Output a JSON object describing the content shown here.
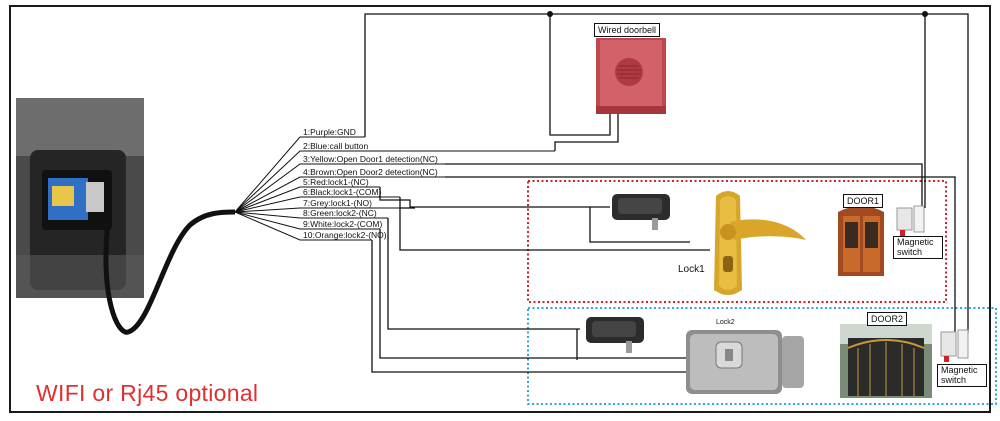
{
  "wire_labels": [
    "1:Purple:GND",
    "2:Blue:call button",
    "3:Yellow:Open Door1 detection(NC)",
    "4:Brown:Open Door2 detection(NC)",
    "5:Red:lock1-(NC)",
    "6:Black:lock1-(COM)",
    "7:Grey:lock1-(NO)",
    "8:Green:lock2-(NC)",
    "9:White:lock2-(COM)",
    "10:Orange:lock2-(NO)"
  ],
  "doorbell_label": "Wired doorbell",
  "door1_label": "DOOR1",
  "door2_label": "DOOR2",
  "magnetic_switch_1": "Magnetic switch",
  "magnetic_switch_2": "Magnetic switch",
  "lock1_label": "Lock1",
  "lock2_label": "Lock2",
  "footer_text": "WIFI or Rj45 optional",
  "colors": {
    "zone1_border": "#d0202a",
    "zone2_border": "#2aa6d8",
    "footer_text": "#e0302e",
    "wire": "#111111"
  }
}
